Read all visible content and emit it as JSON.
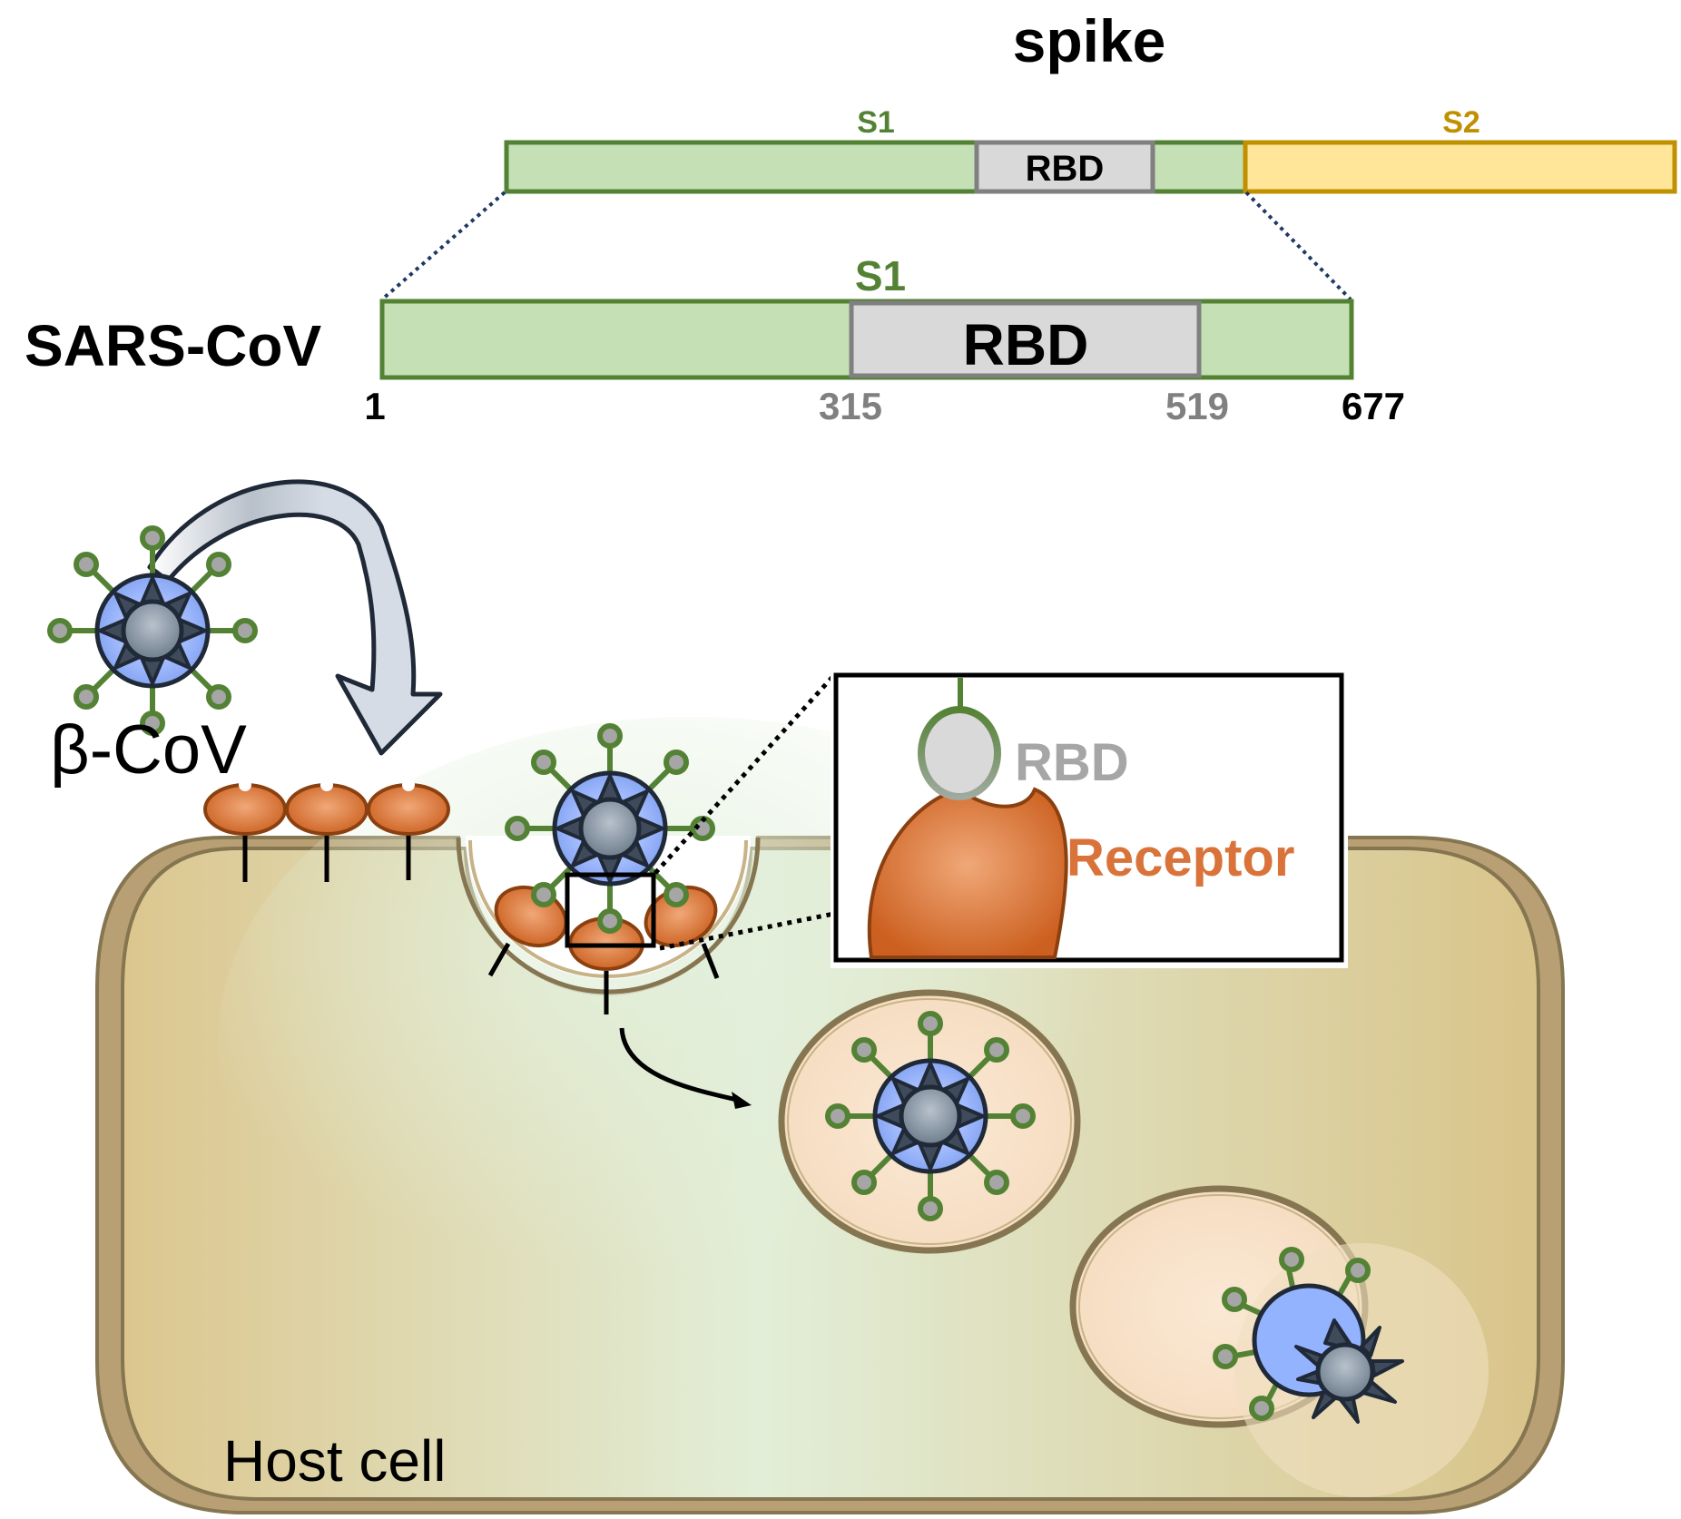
{
  "title": "spike",
  "spike_bar": {
    "s1_label": "S1",
    "s2_label": "S2",
    "rbd_label": "RBD"
  },
  "sars_cov_bar": {
    "organism_label": "SARS-CoV",
    "s1_label": "S1",
    "rbd_label": "RBD",
    "positions": {
      "start": "1",
      "rbd_start": "315",
      "rbd_end": "519",
      "end": "677"
    }
  },
  "virus_label": "β-CoV",
  "inset": {
    "rbd_label": "RBD",
    "receptor_label": "Receptor"
  },
  "cell_label": "Host cell",
  "colors": {
    "s1_stroke": "#548235",
    "s1_fill": "#c5e0b4",
    "s2_stroke": "#bf9000",
    "s2_fill": "#ffe699",
    "rbd_stroke": "#808080",
    "rbd_fill": "#d9d9d9",
    "receptor_text": "#d9733a",
    "rbd_inset_text": "#a6a6a6",
    "position_gray": "#808080"
  }
}
